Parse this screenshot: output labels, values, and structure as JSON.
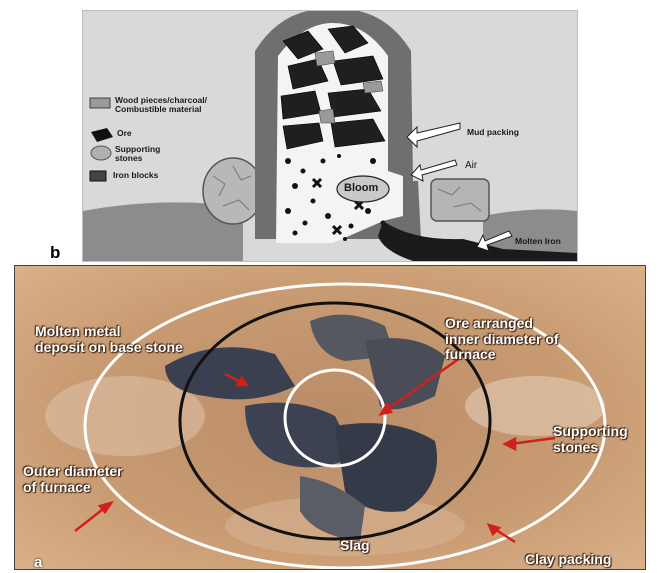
{
  "panel_b": {
    "letter": "b",
    "legend": [
      {
        "icon": "wood-charcoal-icon",
        "label": "Wood pieces/charcoal/\nCombustible material"
      },
      {
        "icon": "ore-icon",
        "label": "Ore"
      },
      {
        "icon": "supporting-stones-icon",
        "label": "Supporting\nstones"
      },
      {
        "icon": "iron-blocks-icon",
        "label": "Iron blocks"
      }
    ],
    "labels": {
      "mud_packing": "Mud packing",
      "air": "Air",
      "bloom": "Bloom",
      "molten_iron": "Molten Iron"
    }
  },
  "panel_a": {
    "letter": "a",
    "labels": {
      "molten_metal": "Molten metal\ndeposit on base stone",
      "ore_arranged": "Ore arranged\ninner diameter of\nfurnace",
      "supporting_stones": "Supporting\nstones",
      "outer_diameter": "Outer diameter\nof furnace",
      "slag": "Slag",
      "clay_packing": "Clay packing"
    }
  },
  "colors": {
    "diagram_bg": "#d9d9d9",
    "furnace_wall": "#7a7a7a",
    "photo_soil": "#c89a70",
    "arrow_red": "#d0201b",
    "ring_white": "#ffffff",
    "ring_black": "#111111"
  }
}
